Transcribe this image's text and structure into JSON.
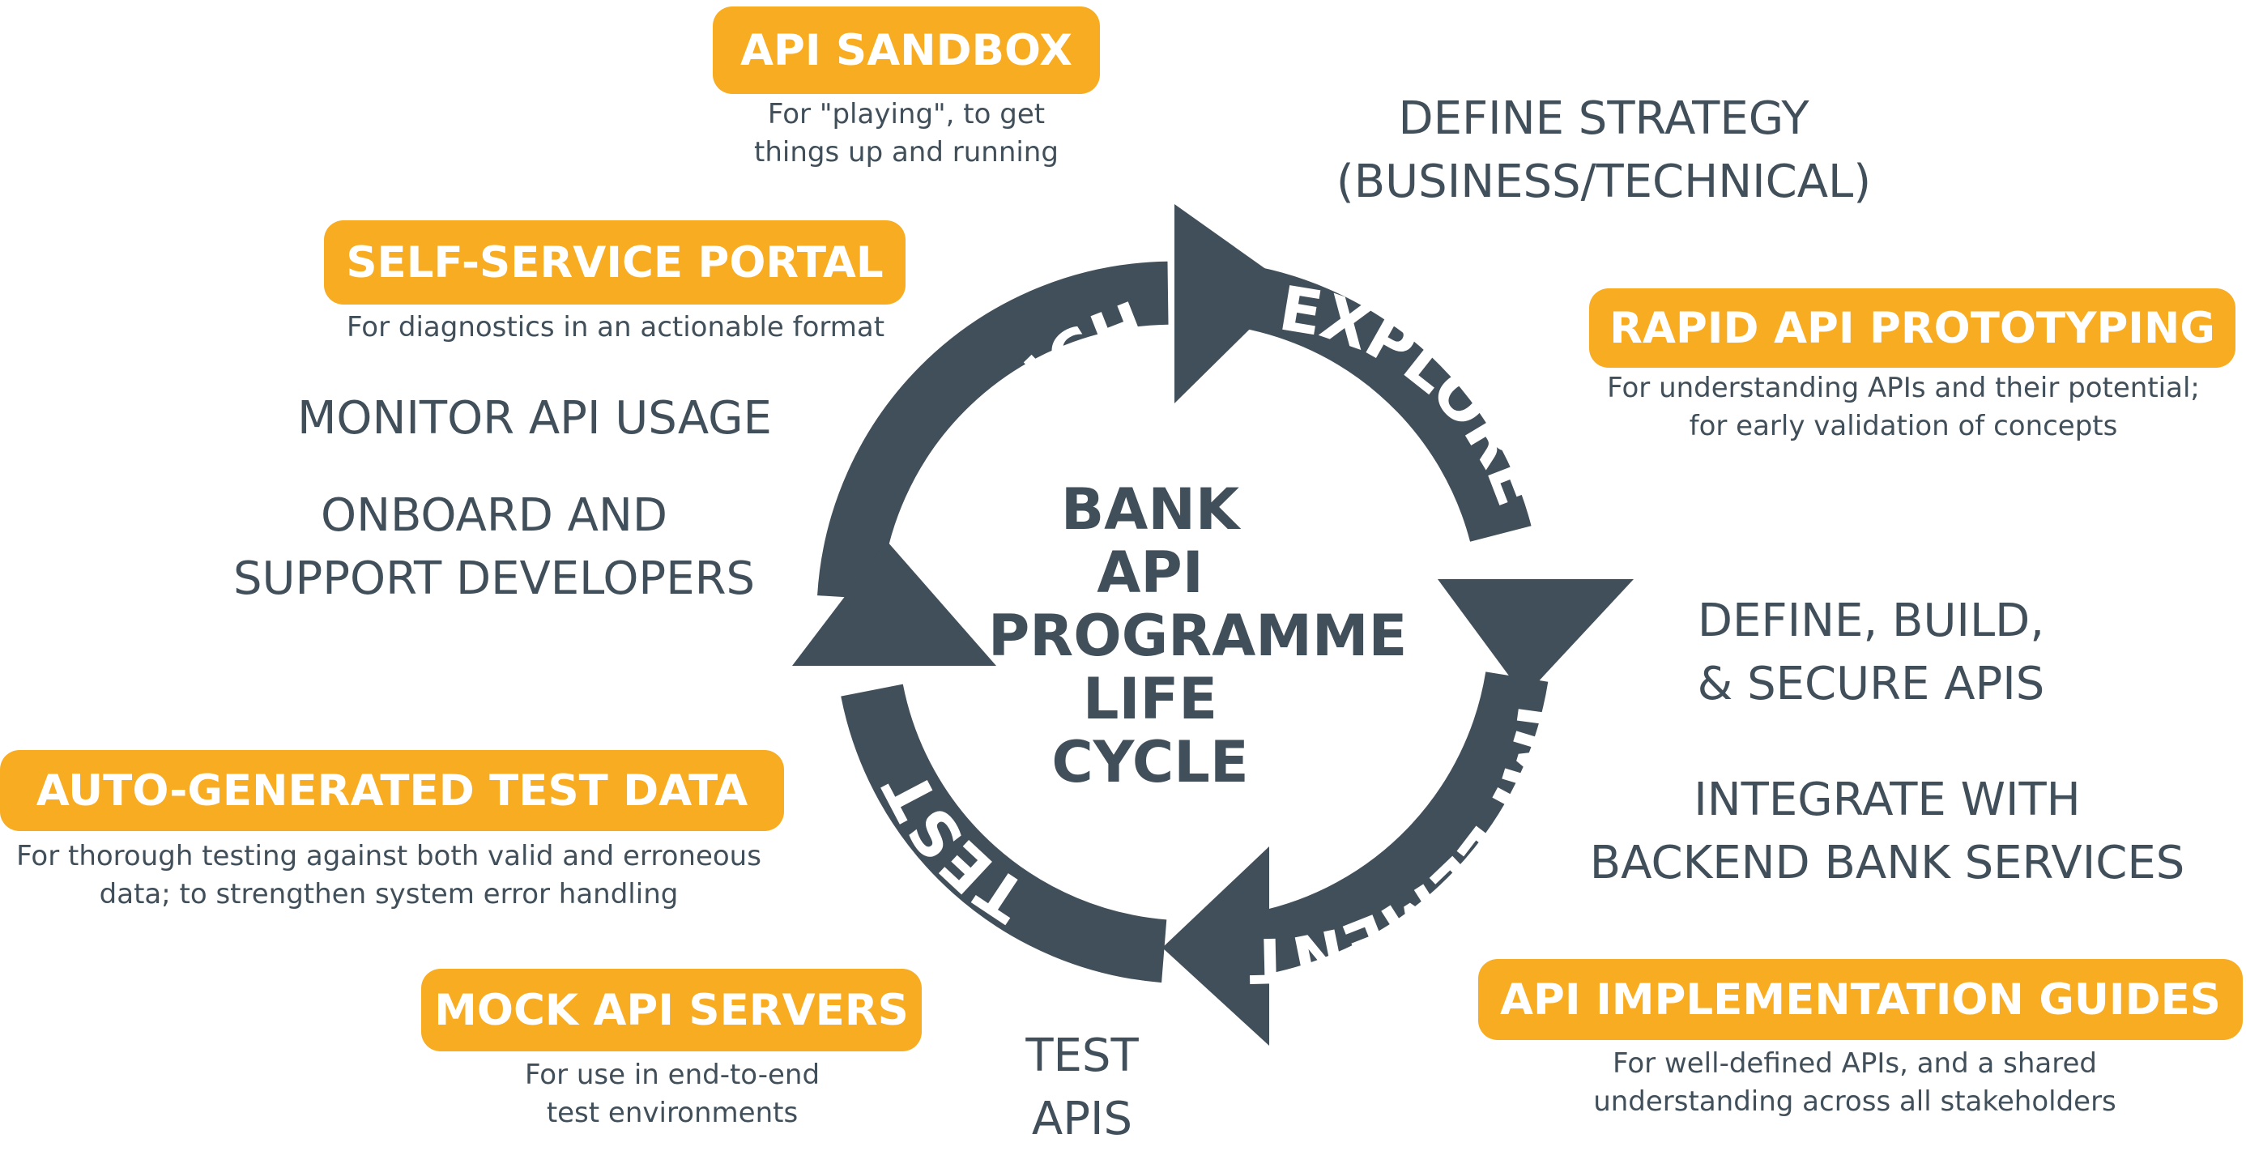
{
  "center": {
    "line1": "BANK",
    "line2": "API",
    "line3": "PROGRAMME",
    "line4": "LIFE CYCLE"
  },
  "stages": {
    "explore": "EXPLORE",
    "implement": "IMPLEMENT",
    "test": "TEST",
    "launch": "LAUNCH"
  },
  "tools": {
    "api_sandbox": {
      "label": "API SANDBOX",
      "desc_line1": "For \"playing\", to get",
      "desc_line2": "things up and running"
    },
    "self_service_portal": {
      "label": "SELF-SERVICE PORTAL",
      "desc_line1": "For diagnostics in an actionable format"
    },
    "rapid_prototyping": {
      "label": "RAPID API PROTOTYPING",
      "desc_line1": "For understanding APIs and their potential;",
      "desc_line2": "for early validation of concepts"
    },
    "test_data": {
      "label": "AUTO-GENERATED TEST DATA",
      "desc_line1": "For thorough testing against both valid and erroneous",
      "desc_line2": "data; to strengthen system error handling"
    },
    "mock_servers": {
      "label": "MOCK API SERVERS",
      "desc_line1": "For use in end-to-end",
      "desc_line2": "test environments"
    },
    "implementation_guides": {
      "label": "API IMPLEMENTATION GUIDES",
      "desc_line1": "For well-defined APIs, and a shared",
      "desc_line2": "understanding across all stakeholders"
    }
  },
  "activities": {
    "define_strategy": {
      "line1": "DEFINE STRATEGY",
      "line2": "(BUSINESS/TECHNICAL)"
    },
    "monitor_usage": {
      "line1": "MONITOR API USAGE"
    },
    "onboard": {
      "line1": "ONBOARD AND",
      "line2": "SUPPORT DEVELOPERS"
    },
    "define_build": {
      "line1": "DEFINE, BUILD,",
      "line2": "& SECURE APIS"
    },
    "integrate": {
      "line1": "INTEGRATE WITH",
      "line2": "BACKEND BANK SERVICES"
    },
    "test_apis": {
      "line1": "TEST",
      "line2": "APIS"
    }
  },
  "colors": {
    "accent": "#f8ac22",
    "ring": "#404f5a",
    "text": "#404f5a",
    "background": "#ffffff"
  }
}
